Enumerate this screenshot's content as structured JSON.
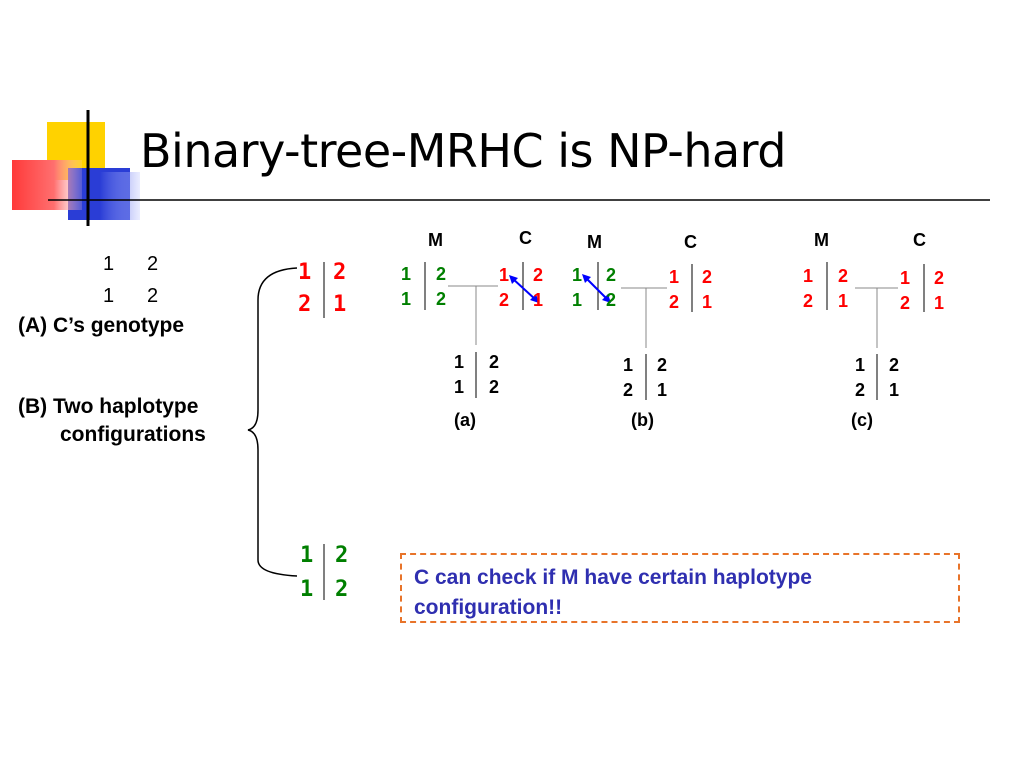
{
  "slide": {
    "title": "Binary-tree-MRHC is NP-hard",
    "genotype_row1": [
      "1",
      "2"
    ],
    "genotype_row2": [
      "1",
      "2"
    ],
    "label_a": "(A) C’s genotype",
    "label_b_line1": "(B) Two haplotype",
    "label_b_line2": "configurations",
    "config1": [
      [
        "1",
        "2"
      ],
      [
        "2",
        "1"
      ]
    ],
    "config2": [
      [
        "1",
        "2"
      ],
      [
        "1",
        "2"
      ]
    ],
    "callout": "C can check if M  have certain haplotype configuration!!",
    "colors": {
      "accent_red": "#ff0000",
      "accent_green": "#007f00",
      "callout_text": "#2f2fb0",
      "callout_border": "#e8742a",
      "arrow": "#0000ff"
    }
  },
  "diagrams": [
    {
      "label": "(a)",
      "m_label": "M",
      "c_label": "C",
      "m": [
        [
          "1",
          "2"
        ],
        [
          "1",
          "2"
        ]
      ],
      "c": [
        [
          "1",
          "2"
        ],
        [
          "2",
          "1"
        ]
      ],
      "child": [
        [
          "1",
          "2"
        ],
        [
          "1",
          "2"
        ]
      ]
    },
    {
      "label": "(b)",
      "m_label": "M",
      "c_label": "C",
      "m": [
        [
          "1",
          "2"
        ],
        [
          "1",
          "2"
        ]
      ],
      "c": [
        [
          "1",
          "2"
        ],
        [
          "2",
          "1"
        ]
      ],
      "child": [
        [
          "1",
          "2"
        ],
        [
          "2",
          "1"
        ]
      ]
    },
    {
      "label": "(c)",
      "m_label": "M",
      "c_label": "C",
      "m": [
        [
          "1",
          "2"
        ],
        [
          "2",
          "1"
        ]
      ],
      "c": [
        [
          "1",
          "2"
        ],
        [
          "2",
          "1"
        ]
      ],
      "child": [
        [
          "1",
          "2"
        ],
        [
          "2",
          "1"
        ]
      ]
    }
  ]
}
